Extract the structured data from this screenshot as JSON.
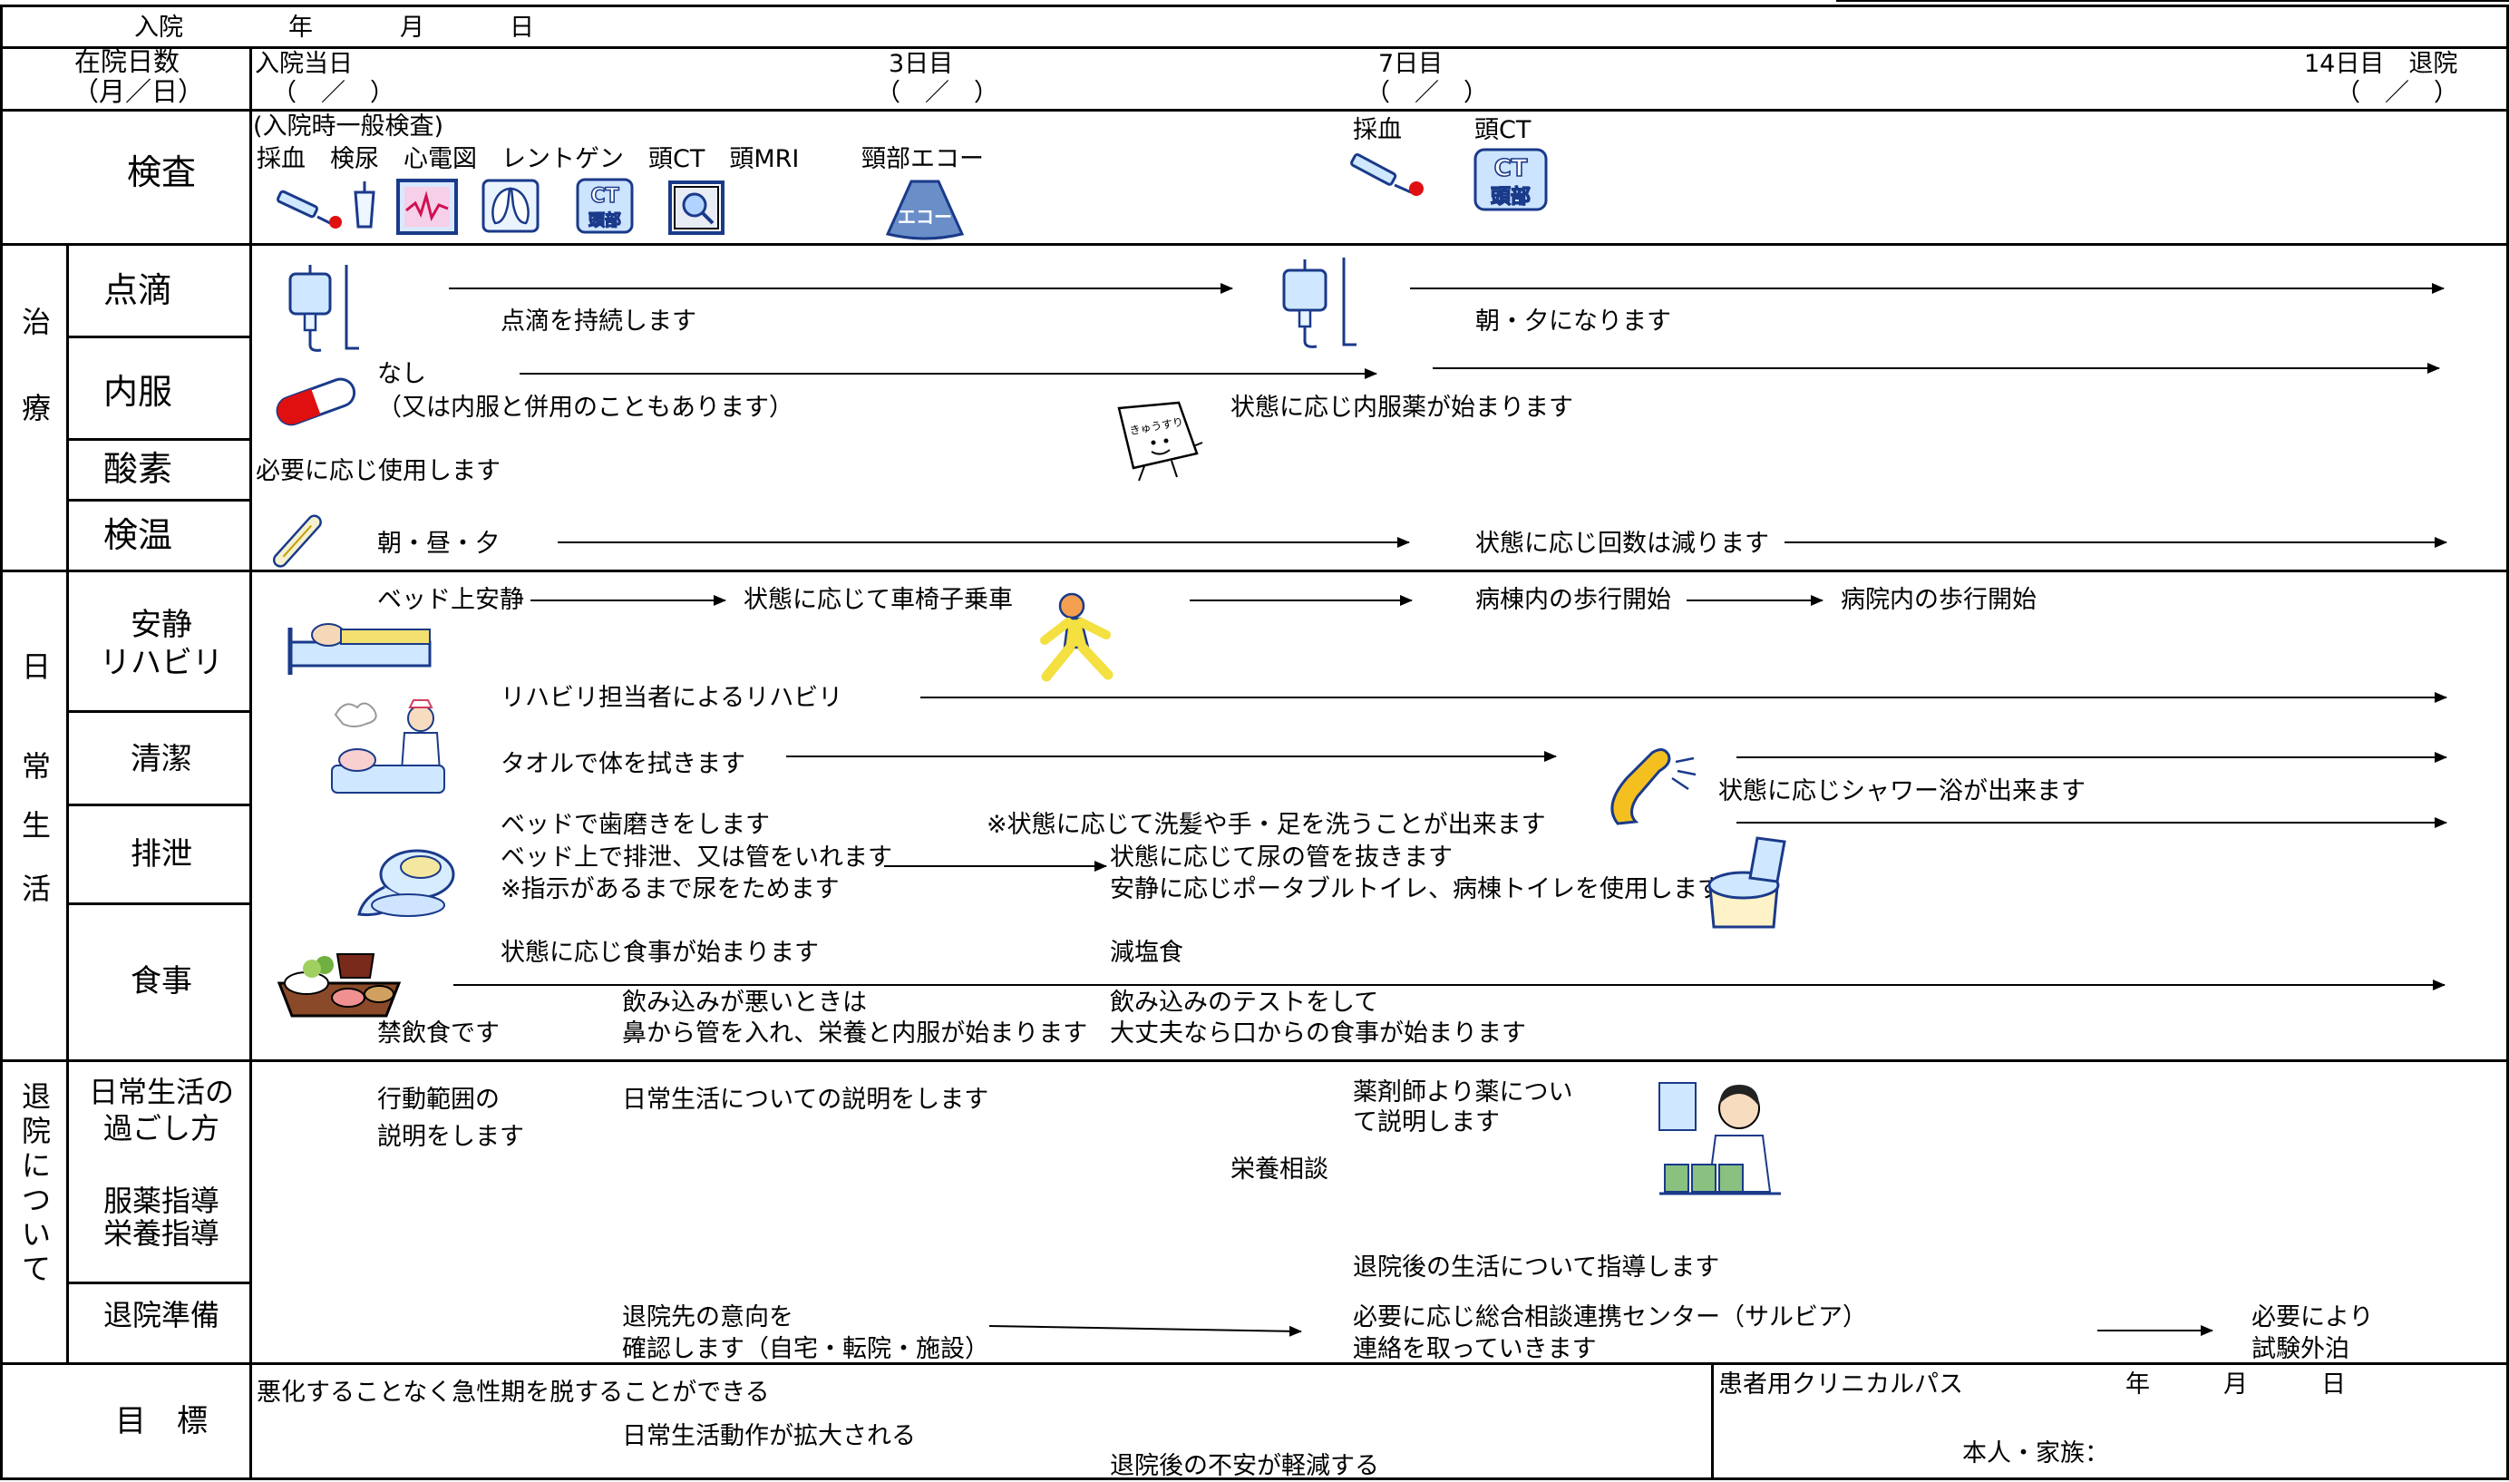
{
  "header": {
    "admission": "入院",
    "year": "年",
    "month": "月",
    "day": "日",
    "days_label": "在院日数",
    "days_sub": "（月／日）",
    "day0": "入院当日",
    "day3": "3日目",
    "day7": "7日目",
    "day14": "14日目　退院",
    "date_slot": "（　／　）"
  },
  "exam": {
    "label": "検査",
    "general": "(入院時一般検査)",
    "items": "採血　検尿　心電図　レントゲン　頭CT　頭MRI",
    "neck_echo": "頸部エコー",
    "blood7": "採血",
    "ct7": "頭CT",
    "ct_icon_top": "CT",
    "ct_icon_bottom": "頭部",
    "echo_icon": "エコー"
  },
  "treatment": {
    "group": "治療",
    "drip": "点滴",
    "drip_cont": "点滴を持続します",
    "drip_7": "朝・夕になります",
    "oral": "内服",
    "oral_none": "なし",
    "oral_note": "（又は内服と併用のこともあります）",
    "oral_7": "状態に応じ内服薬が始まります",
    "oxygen": "酸素",
    "oxygen_note": "必要に応じ使用します",
    "temp": "検温",
    "temp_note": "朝・昼・夕",
    "temp_7": "状態に応じ回数は減ります"
  },
  "daily": {
    "group": "日常生活",
    "rest": "安静\nリハビリ",
    "rest_bed": "ベッド上安静",
    "rest_wheel": "状態に応じて車椅子乗車",
    "rest_ward": "病棟内の歩行開始",
    "rest_hosp": "病院内の歩行開始",
    "rehab": "リハビリ担当者によるリハビリ",
    "clean": "清潔",
    "clean_towel": "タオルで体を拭きます",
    "clean_shower": "状態に応じシャワー浴が出来ます",
    "clean_teeth": "ベッドで歯磨きをします",
    "clean_hair": "※状態に応じて洗髪や手・足を洗うことが出来ます",
    "excr": "排泄",
    "excr_1": "ベッド上で排泄、又は管をいれます",
    "excr_2": "※指示があるまで尿をためます",
    "excr_3": "状態に応じて尿の管を抜きます",
    "excr_4": "安静に応じポータブルトイレ、病棟トイレを使用します",
    "meal": "食事",
    "meal_start": "状態に応じ食事が始まります",
    "meal_low_salt": "減塩食",
    "meal_fast": "禁飲食です",
    "meal_swallow1": "飲み込みが悪いときは",
    "meal_swallow2": "鼻から管を入れ、栄養と内服が始まります",
    "meal_test1": "飲み込みのテストをして",
    "meal_test2": "大丈夫なら口からの食事が始まります",
    "medicine_box": "きゅうすり"
  },
  "discharge": {
    "group": "退院について",
    "life_label": "日常生活の\n過ごし方",
    "med_label": "服薬指導\n栄養指導",
    "prep_label": "退院準備",
    "range1": "行動範囲の",
    "range2": "説明をします",
    "daily_expl": "日常生活についての説明をします",
    "pharm1": "薬剤師より薬につい",
    "pharm2": "て説明します",
    "nutrition": "栄養相談",
    "after": "退院後の生活について指導します",
    "dest1": "退院先の意向を",
    "dest2": "確認します（自宅・転院・施設）",
    "center1": "必要に応じ総合相談連携センター（サルビア）",
    "center2": "連絡を取っていきます",
    "trial1": "必要により",
    "trial2": "試験外泊"
  },
  "goal": {
    "label": "目　標",
    "g1": "悪化することなく急性期を脱することができる",
    "g2": "日常生活動作が拡大される",
    "g3": "退院後の不安が軽減する",
    "path": "患者用クリニカルパス",
    "year": "年",
    "month": "月",
    "day": "日",
    "person": "本人・家族："
  }
}
